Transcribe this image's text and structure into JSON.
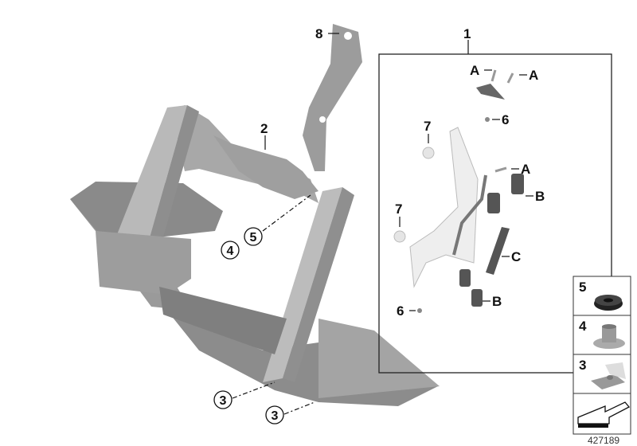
{
  "diagram": {
    "callouts": {
      "kit": "1",
      "frame": "2",
      "bracket": "8",
      "grommet_circled": "5",
      "bushing_circled": "4",
      "clip_nut_lower_left": "3",
      "clip_nut_lower_right": "3"
    },
    "kit_box": {
      "screw_a_1": "A",
      "screw_a_2": "A",
      "nut_6_top": "6",
      "grommet_7_top": "7",
      "screw_a_3": "A",
      "rubber_b_top": "B",
      "grommet_7_bottom": "7",
      "rubber_c": "C",
      "rubber_b_bottom": "B",
      "nut_6_bottom": "6"
    },
    "legend": [
      {
        "number": "5",
        "part": "grommet"
      },
      {
        "number": "4",
        "part": "bushing"
      },
      {
        "number": "3",
        "part": "clip-nut"
      }
    ],
    "catalog_number": "427189"
  }
}
